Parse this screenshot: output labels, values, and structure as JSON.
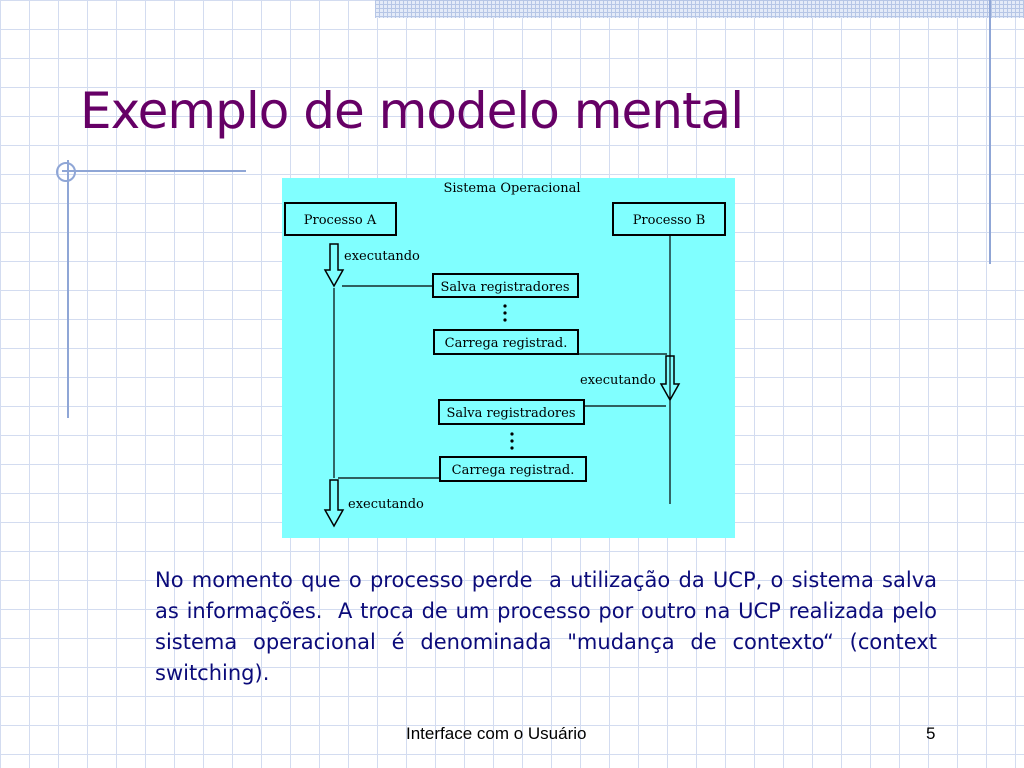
{
  "slide": {
    "title": "Exemplo de modelo mental",
    "caption": "No momento que o processo perde  a utilização da UCP, o sistema salva as informações.  A troca de um processo por outro na UCP realizada pelo sistema operacional é denominada \"mudança de contexto“ (context switching)."
  },
  "diagram": {
    "header": "Sistema Operacional",
    "process_a": "Processo A",
    "process_b": "Processo B",
    "running_1": "executando",
    "running_2": "executando",
    "running_3": "executando",
    "save_1": "Salva registradores",
    "load_1": "Carrega registrad.",
    "save_2": "Salva registradores",
    "load_2": "Carrega registrad."
  },
  "footer": {
    "label": "Interface com o Usuário",
    "page_number": "5"
  },
  "colors": {
    "title": "#660066",
    "body_text": "#0b0b7a",
    "diagram_background": "#80ffff",
    "grid_lines": "#d3dcf0",
    "accent_lines": "#8fa6d6"
  }
}
